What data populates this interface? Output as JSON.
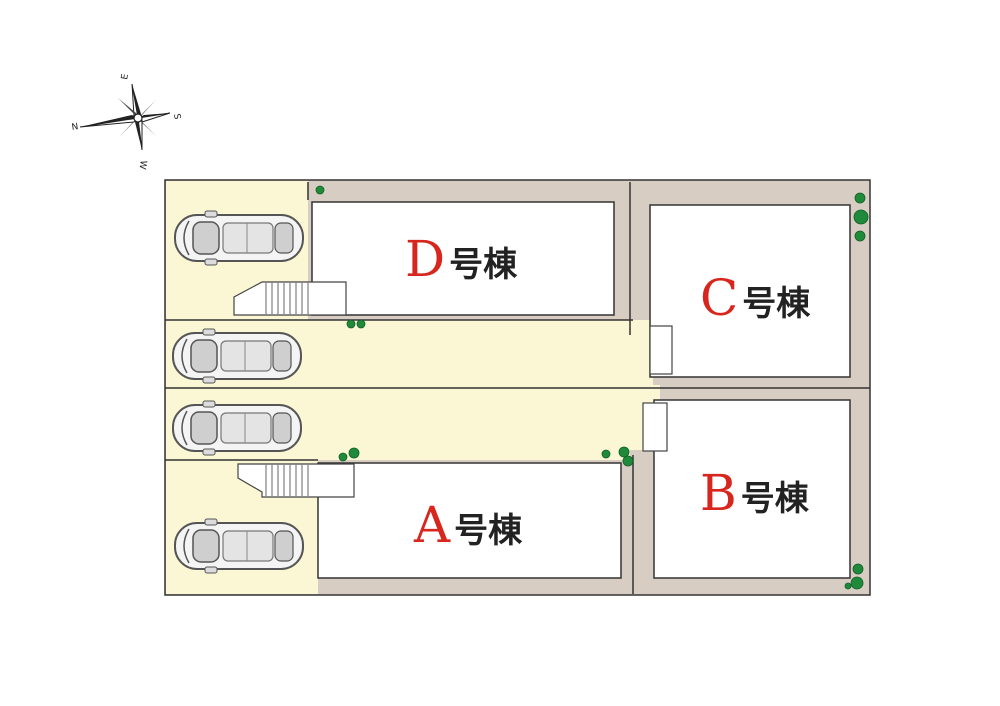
{
  "compass": {
    "north": "N",
    "east": "E",
    "south": "S",
    "west": "W"
  },
  "buildings": [
    {
      "id": "D",
      "letter": "D",
      "suffix": "号棟"
    },
    {
      "id": "C",
      "letter": "C",
      "suffix": "号棟"
    },
    {
      "id": "B",
      "letter": "B",
      "suffix": "号棟"
    },
    {
      "id": "A",
      "letter": "A",
      "suffix": "号棟"
    }
  ],
  "colors": {
    "driveway": "#fbf6d3",
    "garden": "#d8cdc3",
    "building_fill": "#ffffff",
    "outline": "#333333",
    "tree": "#1f8a3a",
    "label_letter": "#d7261e"
  },
  "parking_spaces": 4
}
